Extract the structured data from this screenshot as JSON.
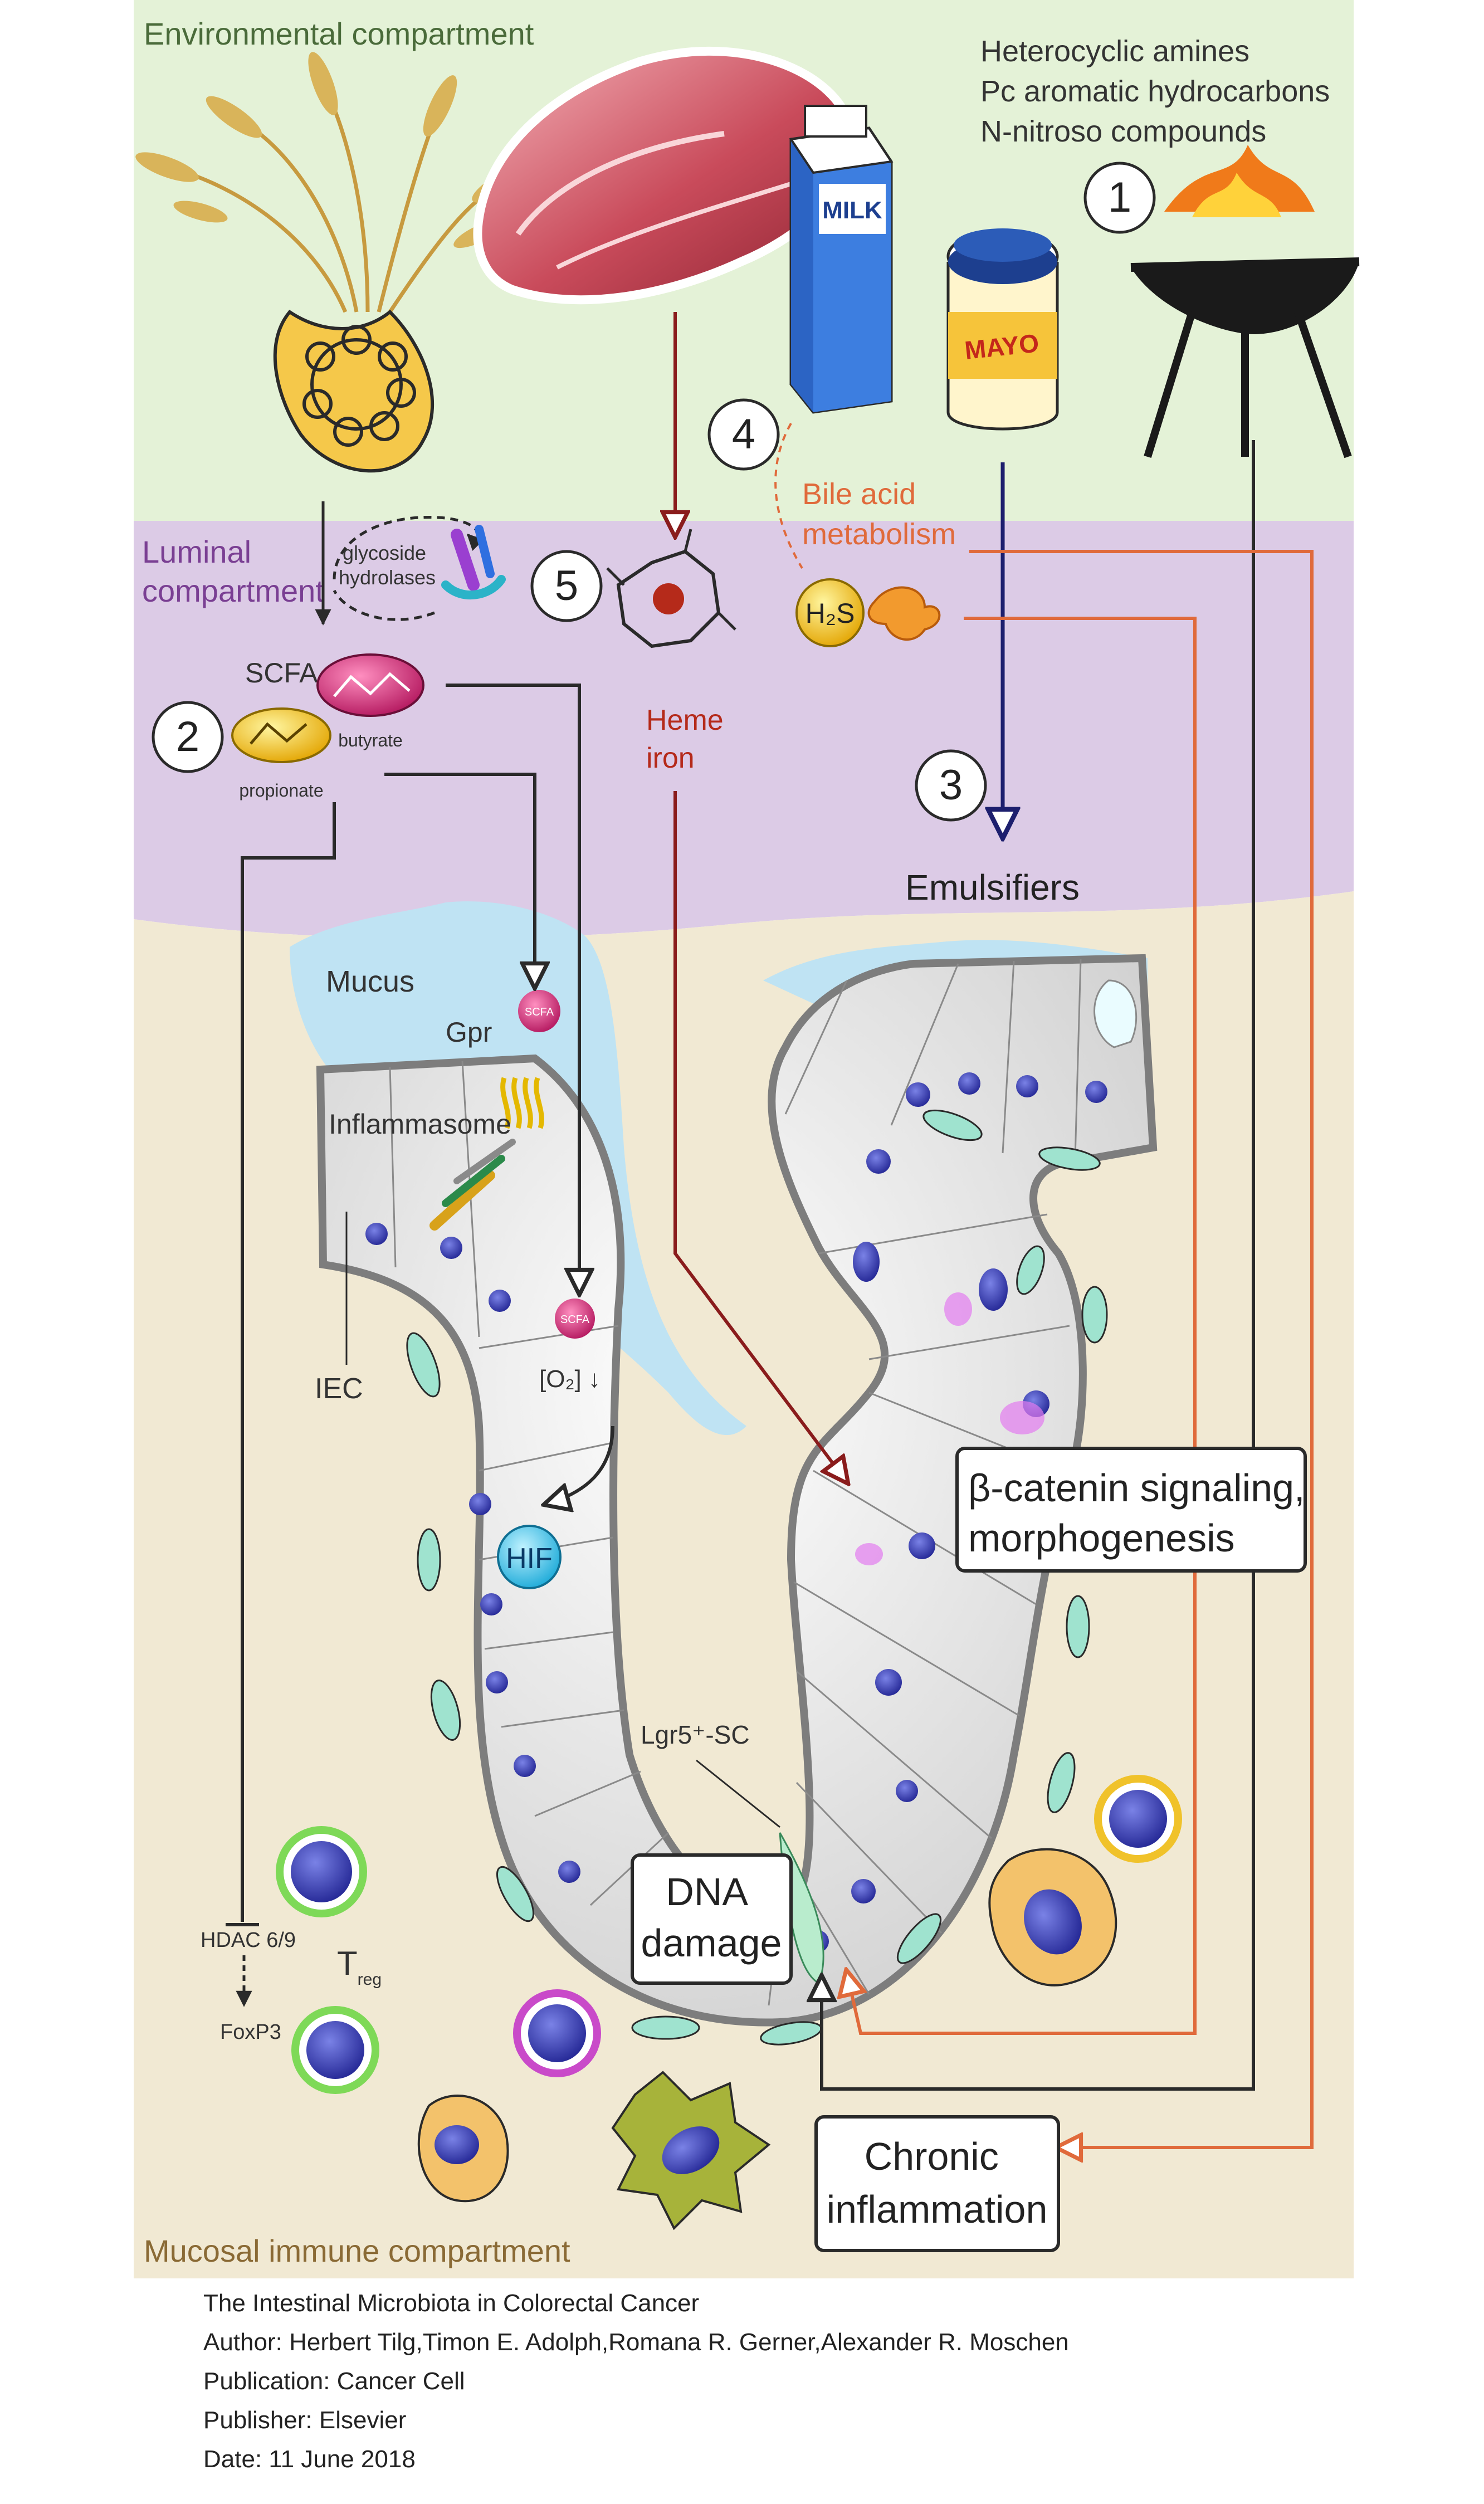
{
  "compartments": {
    "environmental": "Environmental compartment",
    "luminal_line1": "Luminal",
    "luminal_line2": "compartment",
    "mucosal_immune": "Mucosal immune compartment"
  },
  "carcinogens": {
    "line1": "Heterocyclic amines",
    "line2": "Pc aromatic hydrocarbons",
    "line3": "N-nitroso compounds"
  },
  "product_labels": {
    "milk": "MILK",
    "mayo": "MAYO"
  },
  "numbers": {
    "n1": "1",
    "n2": "2",
    "n3": "3",
    "n4": "4",
    "n5": "5"
  },
  "luminal": {
    "glycoside_line1": "glycoside",
    "glycoside_line2": "hydrolases",
    "scfa": "SCFA",
    "butyrate": "butyrate",
    "propionate": "propionate",
    "heme_line1": "Heme",
    "heme_line2": "iron",
    "bile_line1": "Bile acid",
    "bile_line2": "metabolism",
    "h2s": "H₂S",
    "emulsifiers": "Emulsifiers"
  },
  "mucosa": {
    "mucus": "Mucus",
    "gpr": "Gpr",
    "inflammasome": "Inflammasome",
    "iec": "IEC",
    "o2": "[O₂] ↓",
    "hif": "HIF",
    "scfa_small": "SCFA",
    "lgr5": "Lgr5⁺-SC",
    "hdac": "HDAC 6/9",
    "foxp3": "FoxP3",
    "treg_t": "T",
    "treg_sub": "reg"
  },
  "outcome_boxes": {
    "beta_line1": "β-catenin signaling,",
    "beta_line2": "morphogenesis",
    "dna_line1": "DNA",
    "dna_line2": "damage",
    "chronic_line1": "Chronic",
    "chronic_line2": "inflammation"
  },
  "caption": {
    "title": "The Intestinal Microbiota in Colorectal Cancer",
    "author": "Author: Herbert Tilg,Timon E. Adolph,Romana R. Gerner,Alexander R. Moschen",
    "publication": "Publication: Cancer Cell",
    "publisher": "Publisher: Elsevier",
    "date": "Date: 11 June 2018"
  },
  "colors": {
    "environmental_bg": "#e4f2d7",
    "luminal_bg": "#dccbe6",
    "mucosal_bg": "#f1e9d3",
    "mucus": "#bfe3f3",
    "orange_arrow": "#e06a3b",
    "dark_red_arrow": "#8a1c1c",
    "navy_arrow": "#1d1f6e",
    "dark_arrow": "#2a2a2a",
    "nucleus": "#3c3fb6"
  }
}
